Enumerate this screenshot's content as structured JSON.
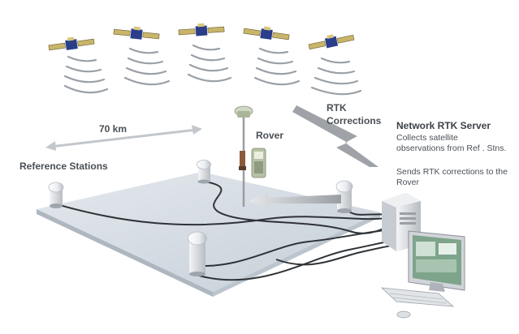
{
  "labels": {
    "distance": "70 km",
    "reference_stations": "Reference Stations",
    "rover": "Rover",
    "rtk_corrections_line1": "RTK",
    "rtk_corrections_line2": "Corrections",
    "server_title": "Network RTK Server",
    "server_desc_line1": "Collects satellite",
    "server_desc_line2": "observations from Ref . Stns.",
    "server_desc_line3": "Sends RTK corrections to the",
    "server_desc_line4": "Rover"
  },
  "satellites": [
    "satellite-1",
    "satellite-2",
    "satellite-3",
    "satellite-4",
    "satellite-5"
  ],
  "colors": {
    "platform_top": "#d4dbe2",
    "platform_edge": "#b9c2cb",
    "cable": "#2f3337",
    "arrow_gray": "#a3a7ab",
    "satellite_body": "#2a3e8a",
    "satellite_panel": "#c9b56a",
    "signal_wave": "#9aa0a6",
    "text": "#4a4f55"
  },
  "icons": [
    "satellite-icon",
    "signal-wave-icon",
    "antenna-icon",
    "rover-icon",
    "server-tower-icon",
    "monitor-icon",
    "keyboard-icon",
    "mouse-icon",
    "lightning-arrow-icon"
  ]
}
